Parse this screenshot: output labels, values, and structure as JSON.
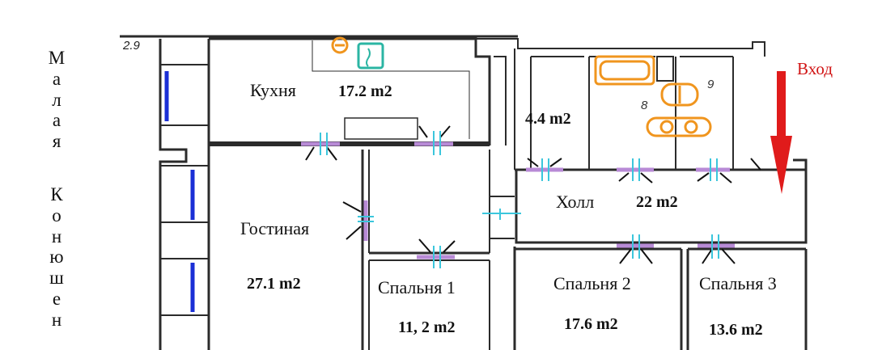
{
  "street_name": "Малая Конюшен",
  "scale_label": "2.9",
  "entrance_label": "Вход",
  "fixture_numbers": [
    "8",
    "9"
  ],
  "rooms": {
    "kitchen": {
      "name": "Кухня",
      "area": "17.2 m2"
    },
    "bath": {
      "area": "4.4 m2"
    },
    "hall": {
      "name": "Холл",
      "area": "22 m2"
    },
    "living": {
      "name": "Гостиная",
      "area": "27.1 m2"
    },
    "bedroom1": {
      "name": "Спальня 1",
      "area": "11, 2 m2"
    },
    "bedroom2": {
      "name": "Спальня 2",
      "area": "17.6 m2"
    },
    "bedroom3": {
      "name": "Спальня 3",
      "area": "13.6 m2"
    }
  },
  "colors": {
    "wall": "#2b2b2b",
    "window": "#1a2fd6",
    "door_mark": "#b88ad6",
    "plumbing": "#f0951e",
    "stove": "#2bb5a3",
    "entrance_arrow": "#e01b1b",
    "cyan_opening": "#3bc6dc"
  }
}
